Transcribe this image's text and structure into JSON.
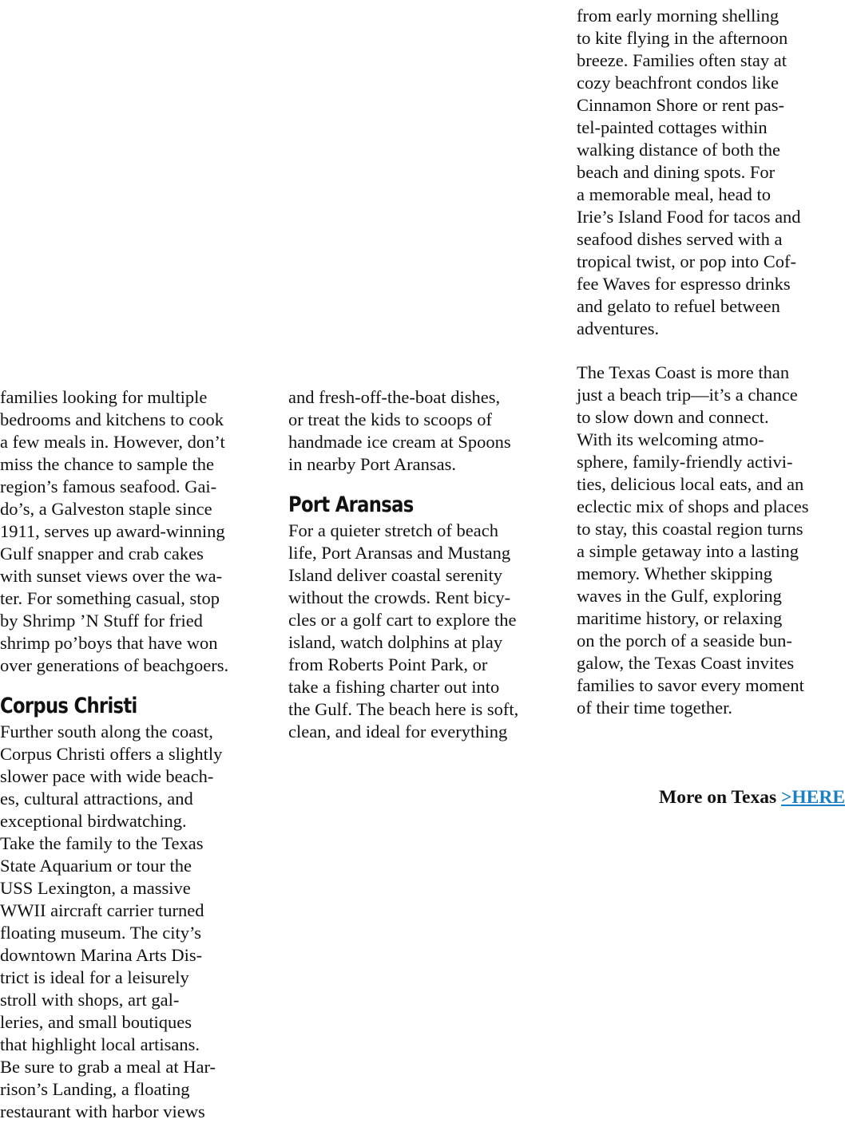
{
  "columns": [
    {
      "lines": [
        "families looking for multiple",
        "bedrooms and kitchens to cook",
        "a few meals in. However, don’t",
        "miss the chance to sample the",
        "region’s famous seafood. Gai-",
        "do’s, a Galveston staple since",
        "1911, serves up award-winning",
        "Gulf snapper and crab cakes",
        "with sunset views over the wa-",
        "ter. For something casual, stop",
        "by Shrimp ’N Stuff for fried",
        "shrimp po’boys that have won",
        "over generations of beachgoers."
      ],
      "heading": "Corpus Christi",
      "lines_after": [
        "Further south along the coast,",
        "Corpus Christi offers a slightly",
        "slower pace with wide beach-",
        "es, cultural attractions, and",
        "exceptional birdwatching.",
        "Take the family to the Texas",
        "State Aquarium or tour the",
        "USS Lexington, a massive",
        "WWII aircraft carrier turned",
        "floating museum. The city’s",
        "downtown Marina Arts Dis-",
        "trict is ideal for a leisurely",
        "stroll with shops, art gal-",
        "leries, and small boutiques",
        "that highlight local artisans.",
        "Be sure to grab a meal at Har-",
        "rison’s Landing, a floating",
        "restaurant with harbor views"
      ]
    },
    {
      "lines": [
        "and fresh-off-the-boat dishes,",
        "or treat the kids to scoops of",
        "handmade ice cream at Spoons",
        "in nearby Port Aransas."
      ],
      "heading": "Port Aransas",
      "lines_after": [
        "For a quieter stretch of beach",
        "life, Port Aransas and Mustang",
        "Island deliver coastal serenity",
        "without the crowds. Rent bicy-",
        "cles or a golf cart to explore the",
        "island, watch dolphins at play",
        "from Roberts Point Park, or",
        "take a fishing charter out into",
        "the Gulf. The beach here is soft,",
        "clean, and ideal for everything"
      ]
    },
    {
      "lines": [
        "from early morning shelling",
        "to kite flying in the afternoon",
        "breeze. Families often stay at",
        "cozy beachfront condos like",
        "Cinnamon Shore or rent pas-",
        "tel-painted cottages within",
        "walking distance of both the",
        "beach and dining spots. For",
        "a memorable meal, head to",
        "Irie’s Island Food for tacos and",
        "seafood dishes served with a",
        "tropical twist, or pop into Cof-",
        "fee Waves for espresso drinks",
        "and gelato to refuel between",
        "adventures."
      ],
      "lines_after": [
        "The Texas Coast is more than",
        "just a beach trip—it’s a chance",
        "to slow down and connect.",
        "With its welcoming atmo-",
        "sphere, family-friendly activi-",
        "ties, delicious local eats, and an",
        "eclectic mix of shops and places",
        "to stay, this coastal region turns",
        "a simple getaway into a lasting",
        "memory. Whether skipping",
        "waves in the Gulf, exploring",
        "maritime history, or relaxing",
        "on the porch of a seaside bun-",
        "galow, the Texas Coast invites",
        "families to savor every moment",
        "of their time together."
      ]
    }
  ],
  "more": {
    "label": "More on Texas",
    "link_text": ">HERE"
  },
  "colors": {
    "text": "#111111",
    "link": "#1a7fc4",
    "background": "#ffffff"
  }
}
